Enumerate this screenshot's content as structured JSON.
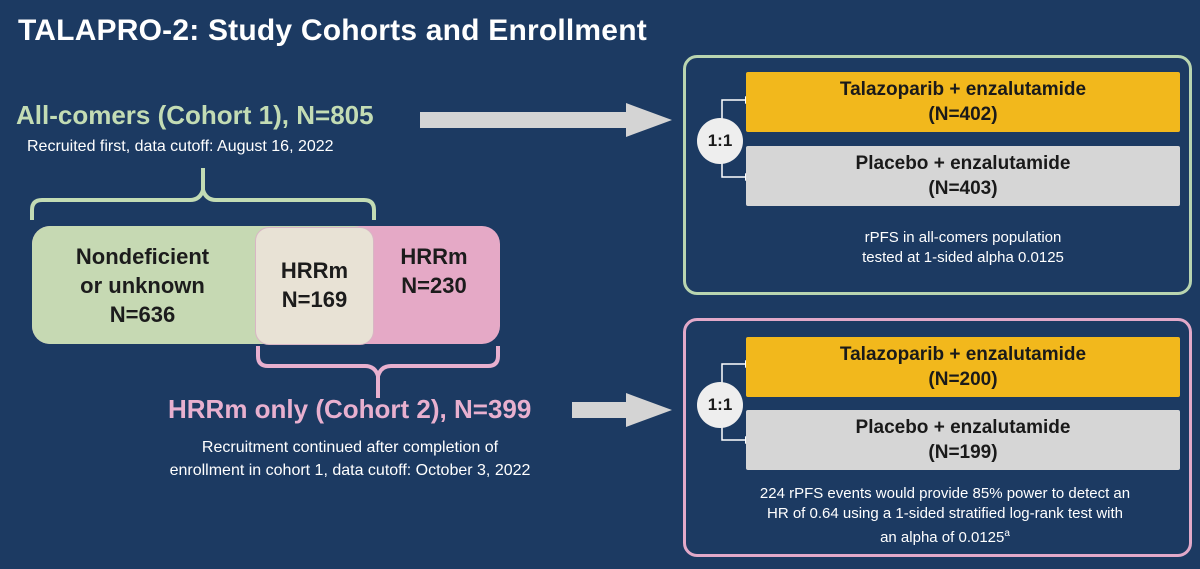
{
  "title": "TALAPRO-2: Study Cohorts and Enrollment",
  "cohort1": {
    "title": "All-comers (Cohort 1), N=805",
    "subtitle": "Recruited first, data cutoff: August 16, 2022"
  },
  "segments": {
    "nondeficient": {
      "line1": "Nondeficient",
      "line2": "or unknown",
      "line3": "N=636"
    },
    "hrrm_cohort1": {
      "line1": "HRRm",
      "line2": "N=169"
    },
    "hrrm_cohort2": {
      "line1": "HRRm",
      "line2": "N=230"
    }
  },
  "cohort2": {
    "title": "HRRm only (Cohort 2), N=399",
    "subtitle_line1": "Recruitment continued after completion of",
    "subtitle_line2": "enrollment in cohort 1, data cutoff: October 3, 2022"
  },
  "panel1": {
    "ratio": "1:1",
    "arm1": {
      "name": "Talazoparib + enzalutamide",
      "n": "(N=402)"
    },
    "arm2": {
      "name": "Placebo + enzalutamide",
      "n": "(N=403)"
    },
    "note_line1": "rPFS in all-comers population",
    "note_line2": "tested at 1-sided alpha 0.0125"
  },
  "panel2": {
    "ratio": "1:1",
    "arm1": {
      "name": "Talazoparib + enzalutamide",
      "n": "(N=200)"
    },
    "arm2": {
      "name": "Placebo + enzalutamide",
      "n": "(N=199)"
    },
    "note_line1": "224 rPFS events would provide 85% power to detect an",
    "note_line2": "HR of 0.64 using a 1-sided stratified log-rank test with",
    "note_line3": "an alpha of 0.0125",
    "note_sup": "a"
  },
  "colors": {
    "background": "#1c3a62",
    "cohort1_green": "#c6d9b3",
    "cohort2_pink": "#e5a9c6",
    "overlap_beige": "#e8e2d5",
    "arm_gold": "#f2b81c",
    "arm_gray": "#d6d6d6"
  }
}
